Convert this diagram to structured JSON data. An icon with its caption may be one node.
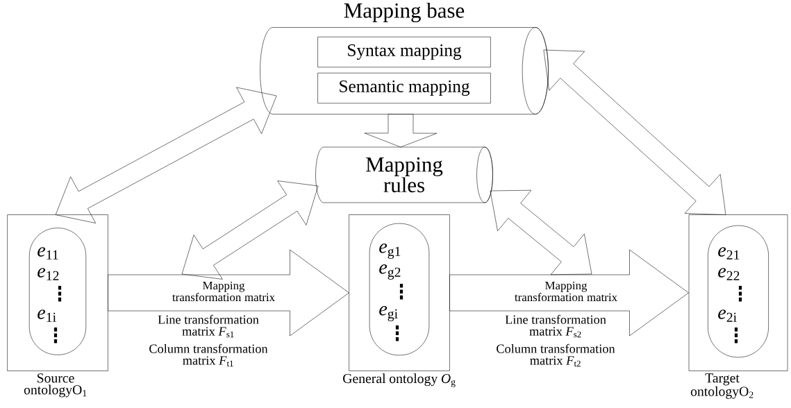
{
  "diagram": {
    "nodes": [
      {
        "text": [
          "Mapping base"
        ]
      },
      {
        "text": [
          "Syntax mapping"
        ],
        "in": 0
      },
      {
        "text": [
          "Semantic mapping"
        ],
        "in": 0
      },
      {
        "text": [
          "Mapping rules"
        ]
      },
      {
        "text": [
          "Source ontologyO$_{1}$"
        ]
      },
      {
        "text": [
          "*e*$_{11}$",
          "*e*$_{12}$",
          "*e*$_{1i}$"
        ],
        "in": 4
      },
      {
        "text": [
          "General ontology *O*$_{g}$"
        ]
      },
      {
        "text": [
          "*e*$_{g1}$",
          "*e*$_{g2}$",
          "*e*$_{gi}$"
        ],
        "in": 6
      },
      {
        "text": [
          "Target ontologyO$_{2}$"
        ]
      },
      {
        "text": [
          "*e*$_{21}$",
          "*e*$_{22}$",
          "*e*$_{2i}$"
        ],
        "in": 8
      }
    ],
    "edges": [
      {
        "from": 0,
        "to": 3,
        "arrow": "to"
      },
      {
        "from": 0,
        "to": 4,
        "arrow": "both"
      },
      {
        "from": 0,
        "to": 8,
        "arrow": "both"
      },
      {
        "from": 3,
        "to": null,
        "arrow": "both"
      },
      {
        "from": 3,
        "to": null,
        "arrow": "both"
      },
      {
        "from": 4,
        "to": 6,
        "arrow": "to",
        "label": "Mapping transformation matrix"
      },
      {
        "from": 6,
        "to": 8,
        "arrow": "to",
        "label": "Mapping transformation matrix"
      }
    ],
    "labels": [
      "Line transformation matrix *F*$_{s1}$",
      "Column transformation matrix *F*$_{t1}$",
      "Line transformation matrix *F*$_{s2}$",
      "Column transformation matrix *F*$_{t2}$"
    ]
  }
}
